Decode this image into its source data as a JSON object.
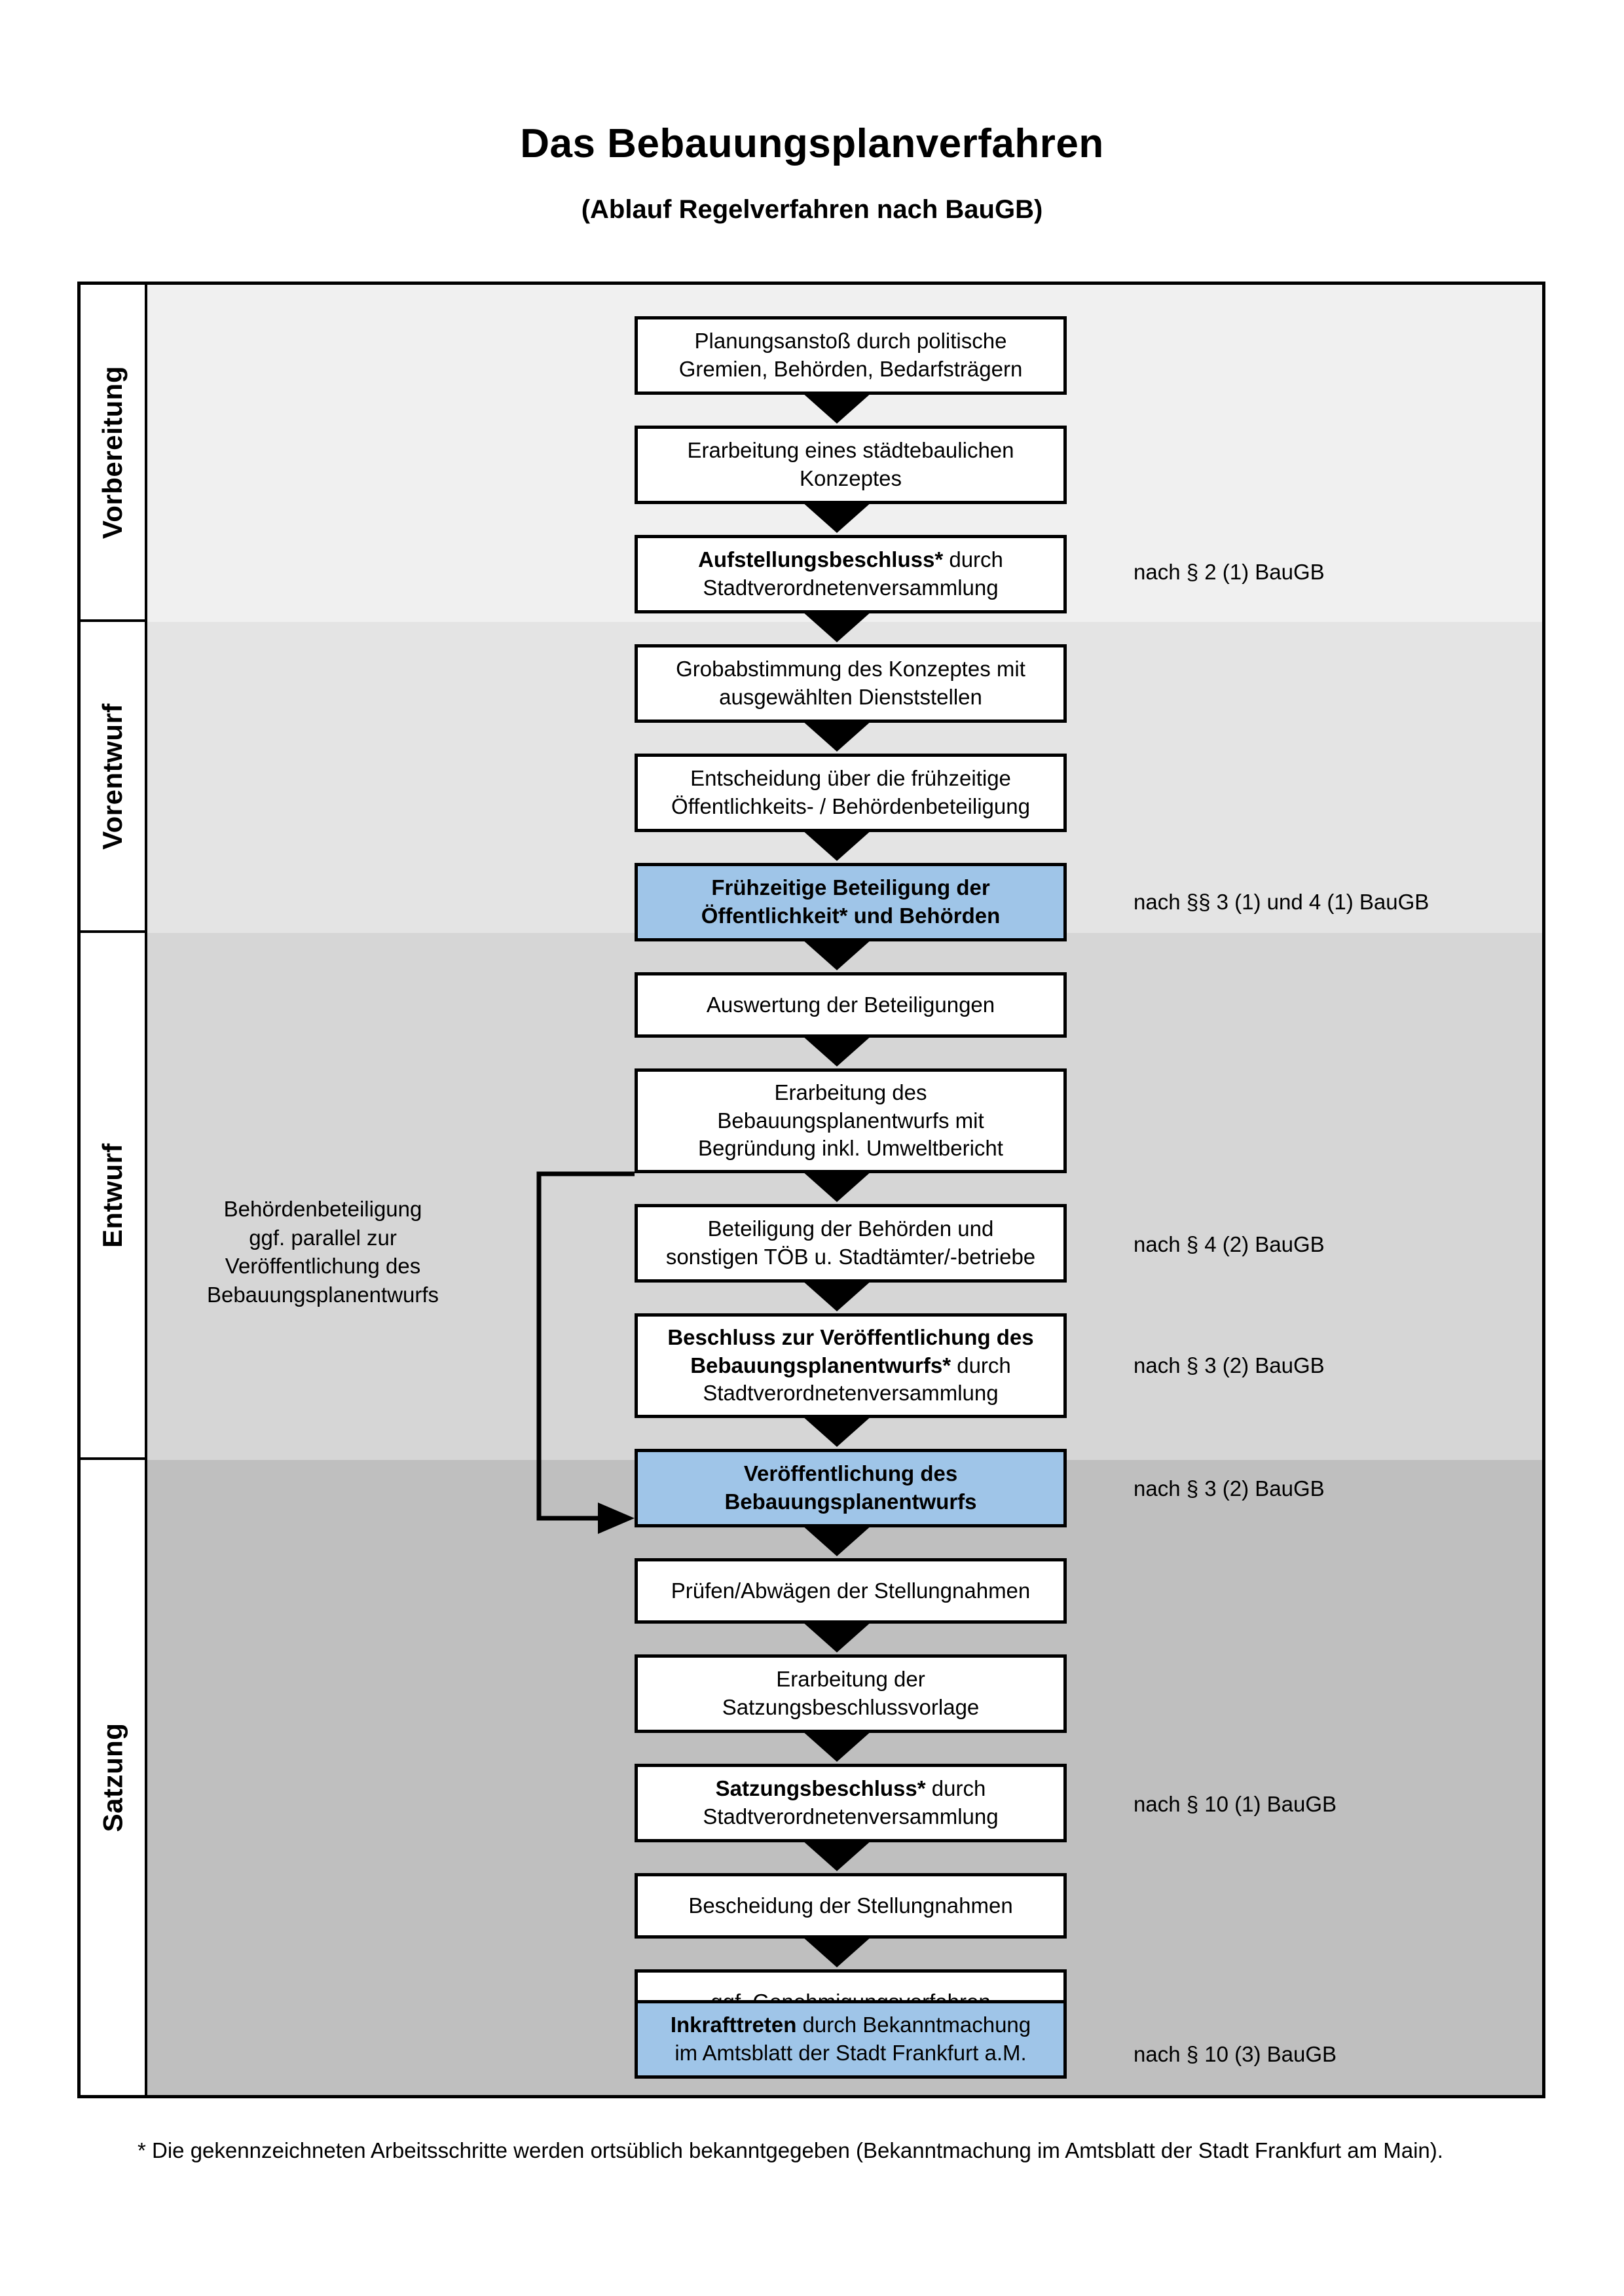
{
  "header": {
    "title": "Das Bebauungsplanverfahren",
    "subtitle": "(Ablauf Regelverfahren nach BauGB)"
  },
  "colors": {
    "highlight_box": "#9fc5e8",
    "band_vorbereitung": "#f0f0f0",
    "band_vorentwurf": "#e4e4e4",
    "band_entwurf": "#d6d6d6",
    "band_satzung": "#bfbfbf",
    "border": "#000000"
  },
  "phases": [
    {
      "label": "Vorbereitung"
    },
    {
      "label": "Vorentwurf"
    },
    {
      "label": "Entwurf"
    },
    {
      "label": "Satzung"
    }
  ],
  "steps": [
    {
      "id": "planungsanstoss",
      "phase": "Vorbereitung",
      "highlighted": false,
      "lines": [
        "Planungsanstoß durch politische",
        "Gremien, Behörden, Bedarfsträgern"
      ],
      "bold_prefix": ""
    },
    {
      "id": "staedtebau-konzept",
      "phase": "Vorbereitung",
      "highlighted": false,
      "lines": [
        "Erarbeitung eines städtebaulichen",
        "Konzeptes"
      ],
      "bold_prefix": ""
    },
    {
      "id": "aufstellungsbeschluss",
      "phase": "Vorbereitung",
      "highlighted": false,
      "lines": [
        "Aufstellungsbeschluss* durch",
        "Stadtverordnetenversammlung"
      ],
      "bold_prefix": "Aufstellungsbeschluss*"
    },
    {
      "id": "grobabstimmung",
      "phase": "Vorentwurf",
      "highlighted": false,
      "lines": [
        "Grobabstimmung des Konzeptes mit",
        "ausgewählten Dienststellen"
      ],
      "bold_prefix": ""
    },
    {
      "id": "entscheidung-fruehzeitig",
      "phase": "Vorentwurf",
      "highlighted": false,
      "lines": [
        "Entscheidung über die frühzeitige",
        "Öffentlichkeits- / Behördenbeteiligung"
      ],
      "bold_prefix": ""
    },
    {
      "id": "fruehzeitige-beteiligung",
      "phase": "Vorentwurf",
      "highlighted": true,
      "lines": [
        "Frühzeitige Beteiligung der",
        "Öffentlichkeit* und Behörden"
      ],
      "bold_prefix": "ALL"
    },
    {
      "id": "auswertung",
      "phase": "Entwurf",
      "highlighted": false,
      "lines": [
        "Auswertung der Beteiligungen"
      ],
      "bold_prefix": ""
    },
    {
      "id": "erarbeitung-entwurf",
      "phase": "Entwurf",
      "highlighted": false,
      "lines": [
        "Erarbeitung des",
        "Bebauungsplanentwurfs mit",
        "Begründung inkl. Umweltbericht"
      ],
      "bold_prefix": ""
    },
    {
      "id": "beteiligung-behoerden",
      "phase": "Entwurf",
      "highlighted": false,
      "lines": [
        "Beteiligung der Behörden und",
        "sonstigen TÖB u. Stadtämter/-betriebe"
      ],
      "bold_prefix": ""
    },
    {
      "id": "beschluss-veroeffentlichung",
      "phase": "Entwurf",
      "highlighted": false,
      "lines": [
        "Beschluss zur Veröffentlichung des",
        "Bebauungsplanentwurfs* durch",
        "Stadtverordnetenversammlung"
      ],
      "bold_prefix": "Beschluss zur Veröffentlichung des Bebauungsplanentwurfs*"
    },
    {
      "id": "veroeffentlichung",
      "phase": "Entwurf",
      "highlighted": true,
      "lines": [
        "Veröffentlichung des",
        "Bebauungsplanentwurfs"
      ],
      "bold_prefix": "ALL"
    },
    {
      "id": "pruefen-abwaegen",
      "phase": "Satzung",
      "highlighted": false,
      "lines": [
        "Prüfen/Abwägen der Stellungnahmen"
      ],
      "bold_prefix": ""
    },
    {
      "id": "erarbeitung-satzungsvorlage",
      "phase": "Satzung",
      "highlighted": false,
      "lines": [
        "Erarbeitung der",
        "Satzungsbeschlussvorlage"
      ],
      "bold_prefix": ""
    },
    {
      "id": "satzungsbeschluss",
      "phase": "Satzung",
      "highlighted": false,
      "lines": [
        "Satzungsbeschluss* durch",
        "Stadtverordnetenversammlung"
      ],
      "bold_prefix": "Satzungsbeschluss*"
    },
    {
      "id": "bescheidung",
      "phase": "Satzung",
      "highlighted": false,
      "lines": [
        "Bescheidung der Stellungnahmen"
      ],
      "bold_prefix": ""
    },
    {
      "id": "genehmigungsverfahren",
      "phase": "Satzung",
      "highlighted": false,
      "lines": [
        "ggf. Genehmigungsverfahren"
      ],
      "bold_prefix": ""
    },
    {
      "id": "inkrafttreten",
      "phase": "Satzung",
      "highlighted": true,
      "lines": [
        "Inkrafttreten durch Bekanntmachung",
        "im Amtsblatt der Stadt Frankfurt a.M."
      ],
      "bold_prefix": "Inkrafttreten"
    }
  ],
  "legal_refs": [
    {
      "id": "ref-aufstellungsbeschluss",
      "text": "nach § 2 (1) BauGB"
    },
    {
      "id": "ref-fruehzeitige-beteiligung",
      "text": "nach §§ 3 (1) und 4 (1) BauGB"
    },
    {
      "id": "ref-beteiligung-behoerden",
      "text": "nach § 4 (2) BauGB"
    },
    {
      "id": "ref-beschluss-veroeffentlichung",
      "text": "nach § 3 (2) BauGB"
    },
    {
      "id": "ref-veroeffentlichung",
      "text": "nach § 3 (2) BauGB"
    },
    {
      "id": "ref-satzungsbeschluss",
      "text": "nach § 10 (1) BauGB"
    },
    {
      "id": "ref-inkrafttreten",
      "text": "nach § 10 (3) BauGB"
    }
  ],
  "sidenote": {
    "lines": [
      "Behördenbeteiligung",
      "ggf. parallel zur",
      "Veröffentlichung des",
      "Bebauungsplanentwurfs"
    ]
  },
  "footnote": {
    "text": "* Die gekennzeichneten Arbeitsschritte werden ortsüblich bekanntgegeben (Bekanntmachung im Amtsblatt  der Stadt Frankfurt am Main)."
  }
}
